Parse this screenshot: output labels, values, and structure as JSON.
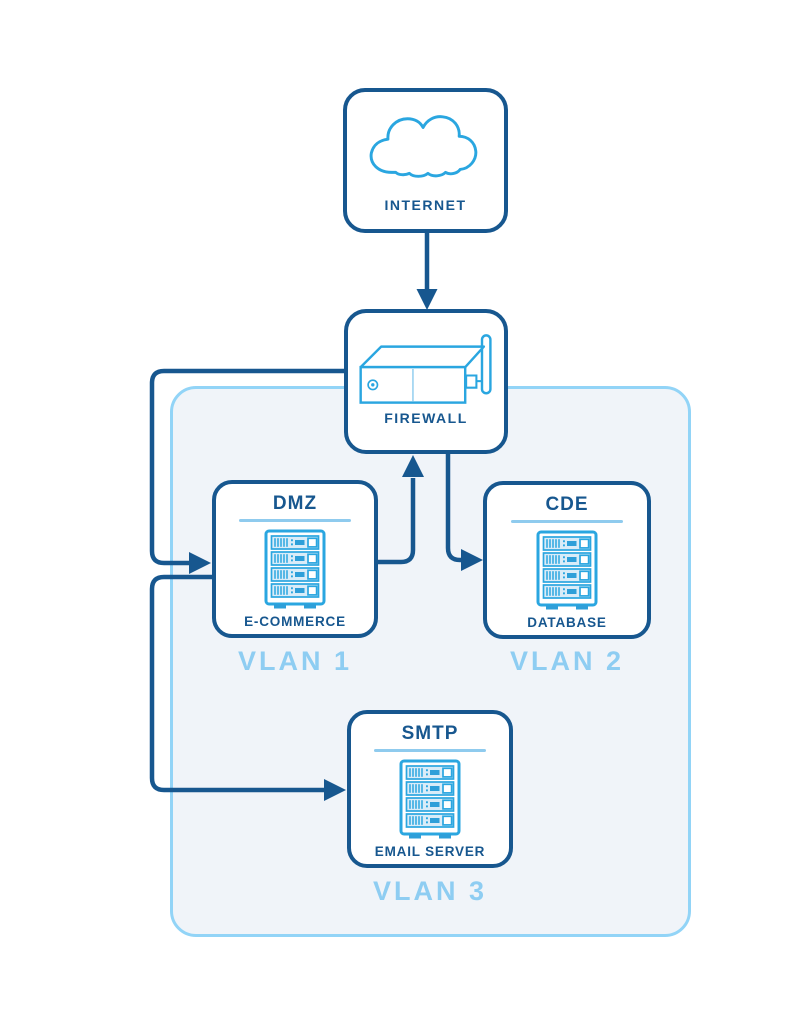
{
  "diagram": {
    "nodes": {
      "internet": {
        "label": "INTERNET"
      },
      "firewall": {
        "label": "FIREWALL"
      },
      "dmz": {
        "title": "DMZ",
        "device": "E-COMMERCE",
        "vlan_label": "VLAN 1"
      },
      "cde": {
        "title": "CDE",
        "device": "DATABASE",
        "vlan_label": "VLAN 2"
      },
      "smtp": {
        "title": "SMTP",
        "device": "EMAIL SERVER",
        "vlan_label": "VLAN 3"
      }
    },
    "edges": [
      {
        "from": "INTERNET",
        "to": "FIREWALL"
      },
      {
        "from": "FIREWALL",
        "to": "DMZ"
      },
      {
        "from": "DMZ",
        "to": "FIREWALL"
      },
      {
        "from": "FIREWALL",
        "to": "CDE"
      },
      {
        "from": "DMZ",
        "to": "SMTP"
      }
    ],
    "icons": [
      "cloud-icon",
      "firewall-appliance-icon",
      "server-rack-icon"
    ],
    "colors": {
      "navy": "#17578f",
      "icon_blue": "#2aa6e0",
      "rule_blue": "#8fcbee",
      "vlan_text": "#8ecdf2",
      "container_border": "#92d4f7",
      "container_fill": "#f0f4f9"
    }
  }
}
